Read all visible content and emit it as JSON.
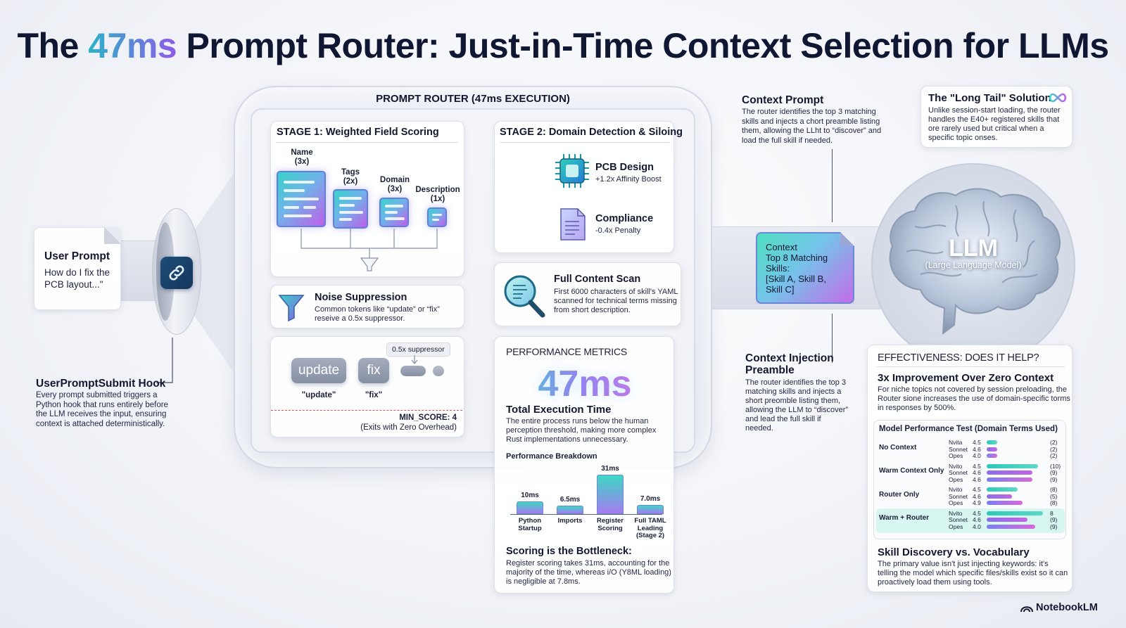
{
  "title": {
    "pre": "The ",
    "accent": "47ms",
    "post": " Prompt Router: Just-in-Time Context Selection for LLMs"
  },
  "user_prompt": {
    "title": "User Prompt",
    "text": "How do I fix the PCB layout...\""
  },
  "hook": {
    "title": "UserPromptSubmit Hook",
    "text": "Every prompt submitted triggers a Python hook that runs entirely before the LLM receives the input, ensuring context is attached deterministically."
  },
  "router": {
    "title": "PROMPT ROUTER (47ms EXECUTION)"
  },
  "stage1": {
    "title": "STAGE 1: Weighted Field Scoring",
    "fields": [
      {
        "name": "Name",
        "weight": "(3x)"
      },
      {
        "name": "Tags",
        "weight": "(2x)"
      },
      {
        "name": "Domain",
        "weight": "(3x)"
      },
      {
        "name": "Description",
        "weight": "(1x)"
      }
    ]
  },
  "noise": {
    "title": "Noise Suppression",
    "text": "Common tokens like “update” or “fix” reseive a 0.5x suppressor."
  },
  "suppress": {
    "kw1": "update",
    "kw2": "fix",
    "lbl1": "\"update\"",
    "lbl2": "\"fix\"",
    "suppressor": "0.5x suppressor",
    "min_score": "MIN_SCORE: 4",
    "exits": "(Exits with Zero Overhead)"
  },
  "stage2": {
    "title": "STAGE 2: Domain Detection & Siloing",
    "pcb_title": "PCB Design",
    "pcb_sub": "+1.2x Affinity Boost",
    "comp_title": "Compliance",
    "comp_sub": "-0.4x Penalty"
  },
  "scan": {
    "title": "Full Content Scan",
    "text": "First 6000 characters of skill's YAML scanned for technical terms missing from short description."
  },
  "perf": {
    "title": "PERFORMANCE METRICS",
    "big": "47ms",
    "total_title": "Total Execution Time",
    "total_text": "The entire process runs below the human perception threshold, making more complex Rust implementations unnecessary.",
    "breakdown": "Performance Breakdown",
    "bottleneck_title": "Scoring is the Bottleneck:",
    "bottleneck_text": "Register scoring takes 31ms, accounting for the majority of the time, whereas i/O (Y8ML loading) is negligible at 7.8ms."
  },
  "chart_data": {
    "type": "bar",
    "categories": [
      "Python\nStartup",
      "Imports",
      "Register\nScoring",
      "Full TAML\nLeading\n(Stage 2)"
    ],
    "values": [
      10,
      6.5,
      31,
      7.0
    ],
    "labels": [
      "10ms",
      "6.5ms",
      "31ms",
      "7.0ms"
    ],
    "ylim": [
      0,
      31
    ]
  },
  "context_prompt": {
    "title": "Context Prompt",
    "text": "The router identifies the top 3 matching skills and injects a chort preamble listing them, allowing the LLht to “discover” and load the full skill if needed."
  },
  "context_card": {
    "text": "Context\nTop 8 Matching\nSkills:\n[Skill A, Skill B,\nSkill C]"
  },
  "injection": {
    "title": "Context Injection\nPreamble",
    "text": "The router identifies the top 3 matching skills and injects a short preomble listing them, allowing the LLM to “discover” and lead the full skill if needed."
  },
  "long_tail": {
    "title": "The \"Long Tail\" Solution",
    "text": "Unlike session-start loading, the router handles the E40+ registered skills that ore rarely used but critical when a specific topic onses."
  },
  "llm": {
    "title": "LLM",
    "sub": "(Large Language Model)"
  },
  "effect": {
    "title": "EFFECTIVENESS: DOES IT HELP?",
    "sub_title": "3x Improvement Over Zero Context",
    "sub_text": "For niche topics not covered by session preloading, the Router sione increases the use of domain-specific torms in responses by 500%.",
    "test_title": "Model Performance Test (Domain Terms Used)",
    "skill_title": "Skill Discovery vs. Vocabulary",
    "skill_text": "The primary value isn't just injecting keywords: it's telling the model which specific files/skills exist so it can proactively load them using tools."
  },
  "model_test": {
    "type": "bar",
    "groups": [
      {
        "name": "No Context",
        "rows": [
          {
            "model": "Nvita",
            "ver": "4.5",
            "value": 2,
            "label": "(2)"
          },
          {
            "model": "Sonnet",
            "ver": "4.6",
            "value": 2,
            "label": "(2)"
          },
          {
            "model": "Opes",
            "ver": "4.0",
            "value": 2,
            "label": "(2)"
          }
        ]
      },
      {
        "name": "Warm Context Only",
        "rows": [
          {
            "model": "Nvito",
            "ver": "4.5",
            "value": 10,
            "label": "(10)"
          },
          {
            "model": "Sonnet",
            "ver": "4.6",
            "value": 9,
            "label": "(9)"
          },
          {
            "model": "Opes",
            "ver": "4.6",
            "value": 9,
            "label": "(9)"
          }
        ]
      },
      {
        "name": "Router Only",
        "rows": [
          {
            "model": "Nvito",
            "ver": "4.5",
            "value": 6,
            "label": "(8)"
          },
          {
            "model": "Sonnet",
            "ver": "4.6",
            "value": 5,
            "label": "(5)"
          },
          {
            "model": "Opes",
            "ver": "4.9",
            "value": 7,
            "label": "(8)"
          }
        ]
      },
      {
        "name": "Warm + Router",
        "rows": [
          {
            "model": "Nvito",
            "ver": "4.5",
            "value": 11,
            "label": "8"
          },
          {
            "model": "Sonnet",
            "ver": "4.6",
            "value": 8,
            "label": "(9)"
          },
          {
            "model": "Opes",
            "ver": "4.0",
            "value": 9.5,
            "label": "(9)"
          }
        ]
      }
    ],
    "xmax": 11
  },
  "brand": "NotebookLM",
  "colors": {
    "teal": "#35d6c6",
    "violet": "#9f78f0",
    "magenta": "#e26cd9",
    "navy": "#101733"
  }
}
